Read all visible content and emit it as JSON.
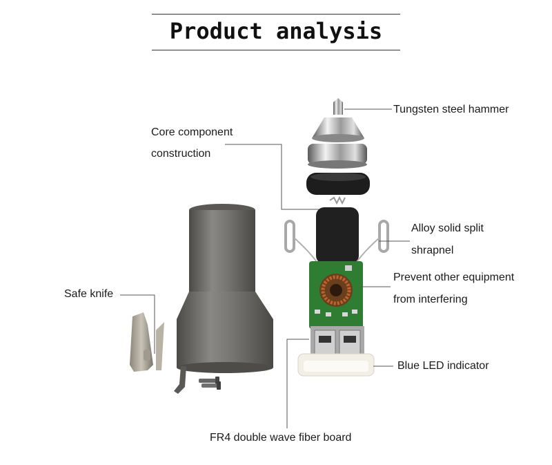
{
  "title": "Product analysis",
  "labels": {
    "tungsten": "Tungsten steel hammer",
    "core_line1": "Core component",
    "core_line2": "construction",
    "alloy_line1": "Alloy solid split",
    "alloy_line2": "shrapnel",
    "prevent_line1": "Prevent other equipment",
    "prevent_line2": "from interfering",
    "safe_knife": "Safe knife",
    "blue_led": "Blue LED indicator",
    "fr4": "FR4 double wave fiber board"
  },
  "colors": {
    "metal": "#6e6c68",
    "pcb": "#2e7d32",
    "coil": "#c0622b",
    "leader": "#555555"
  }
}
